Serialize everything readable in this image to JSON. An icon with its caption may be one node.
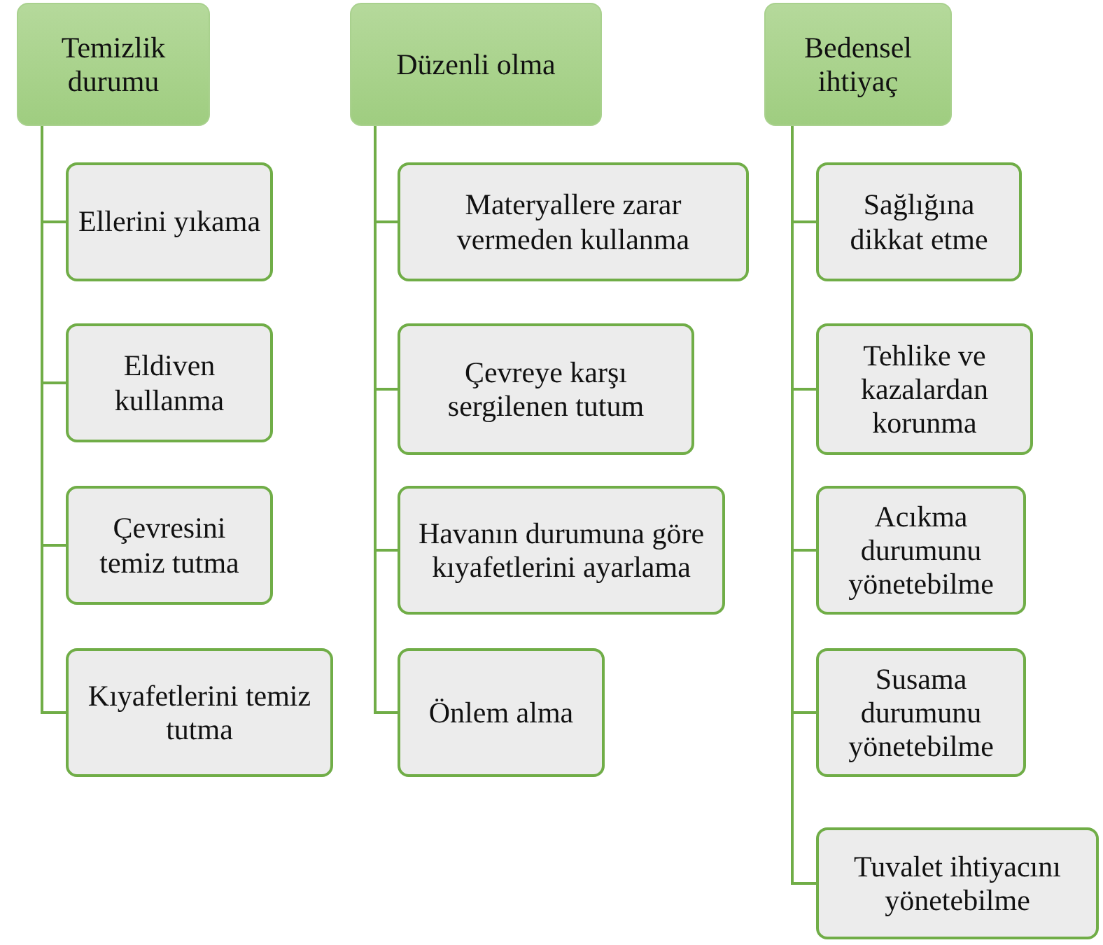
{
  "diagram": {
    "nodes": [
      {
        "text": [
          "Temizlik durumu"
        ]
      },
      {
        "text": [
          "Ellerini yıkama"
        ]
      },
      {
        "text": [
          "Eldiven kullanma"
        ]
      },
      {
        "text": [
          "Çevresini temiz tutma"
        ]
      },
      {
        "text": [
          "Kıyafetlerini temiz tutma"
        ]
      },
      {
        "text": [
          "Düzenli olma"
        ]
      },
      {
        "text": [
          "Materyallere zarar vermeden kullanma"
        ]
      },
      {
        "text": [
          "Çevreye karşı sergilenen tutum"
        ]
      },
      {
        "text": [
          "Havanın durumuna göre kıyafetlerini ayarlama"
        ]
      },
      {
        "text": [
          "Önlem alma"
        ]
      },
      {
        "text": [
          "Bedensel ihtiyaç"
        ]
      },
      {
        "text": [
          "Sağlığına dikkat etme"
        ]
      },
      {
        "text": [
          "Tehlike ve kazalardan korunma"
        ]
      },
      {
        "text": [
          "Acıkma durumunu yönetebilme"
        ]
      },
      {
        "text": [
          "Susama durumunu yönetebilme"
        ]
      },
      {
        "text": [
          "Tuvalet ihtiyacını yönetebilme"
        ]
      }
    ],
    "edges": [
      {
        "from": 0,
        "to": 1,
        "arrow": "none"
      },
      {
        "from": 0,
        "to": 2,
        "arrow": "none"
      },
      {
        "from": 0,
        "to": 3,
        "arrow": "none"
      },
      {
        "from": 0,
        "to": 4,
        "arrow": "none"
      },
      {
        "from": 5,
        "to": 6,
        "arrow": "none"
      },
      {
        "from": 5,
        "to": 7,
        "arrow": "none"
      },
      {
        "from": 5,
        "to": 8,
        "arrow": "none"
      },
      {
        "from": 5,
        "to": 9,
        "arrow": "none"
      },
      {
        "from": 10,
        "to": 11,
        "arrow": "none"
      },
      {
        "from": 10,
        "to": 12,
        "arrow": "none"
      },
      {
        "from": 10,
        "to": 13,
        "arrow": "none"
      },
      {
        "from": 10,
        "to": 14,
        "arrow": "none"
      },
      {
        "from": 10,
        "to": 15,
        "arrow": "none"
      }
    ]
  }
}
